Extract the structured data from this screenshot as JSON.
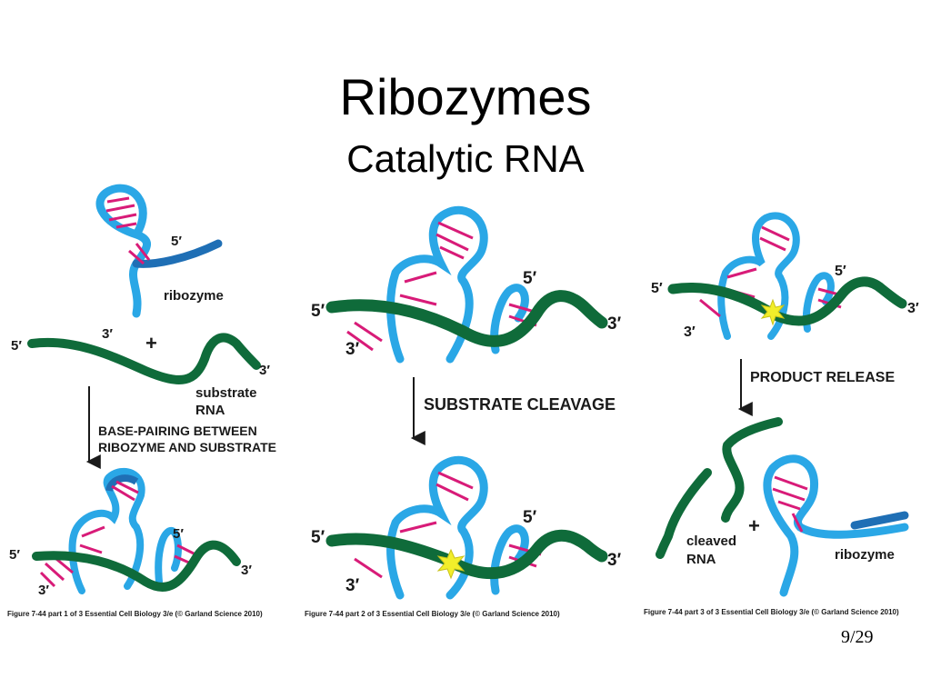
{
  "slide": {
    "title": "Ribozymes",
    "subtitle": "Catalytic RNA",
    "page_number": "9/29"
  },
  "colors": {
    "ribozyme": "#2aa7e6",
    "ribozyme_dark": "#1f6fb5",
    "substrate": "#0f6b3a",
    "pairing": "#d81b78",
    "cleavage_star": "#f2ee2a"
  },
  "icons": [
    "down-arrow-icon",
    "cleavage-star-icon",
    "plus-icon"
  ],
  "panel1": {
    "top": {
      "five_prime_ribozyme": "5′",
      "ribozyme_label": "ribozyme",
      "three_prime_ribozyme": "3′",
      "plus": "+",
      "five_prime_substrate": "5′",
      "three_prime_substrate": "3′",
      "substrate_label_1": "substrate",
      "substrate_label_2": "RNA"
    },
    "step_label_1": "BASE-PAIRING BETWEEN",
    "step_label_2": "RIBOZYME AND SUBSTRATE",
    "bottom": {
      "five_left": "5′",
      "three_left": "3′",
      "five_right": "5′",
      "three_right": "3′"
    },
    "caption": "Figure 7-44 part 1 of 3  Essential Cell Biology 3/e (© Garland Science 2010)"
  },
  "panel2": {
    "top": {
      "five_left": "5′",
      "three_left": "3′",
      "five_right": "5′",
      "three_right": "3′"
    },
    "step_label": "SUBSTRATE CLEAVAGE",
    "bottom": {
      "five_left": "5′",
      "three_left": "3′",
      "five_right": "5′",
      "three_right": "3′"
    },
    "caption": "Figure 7-44 part 2 of 3  Essential Cell Biology 3/e (© Garland Science 2010)"
  },
  "panel3": {
    "top": {
      "five_left": "5′",
      "three_left": "3′",
      "five_right": "5′",
      "three_right": "3′"
    },
    "step_label": "PRODUCT RELEASE",
    "bottom": {
      "cleaved_1": "cleaved",
      "cleaved_2": "RNA",
      "plus": "+",
      "ribozyme_label": "ribozyme"
    },
    "caption": "Figure 7-44 part 3 of 3  Essential Cell Biology 3/e (© Garland Science 2010)"
  }
}
